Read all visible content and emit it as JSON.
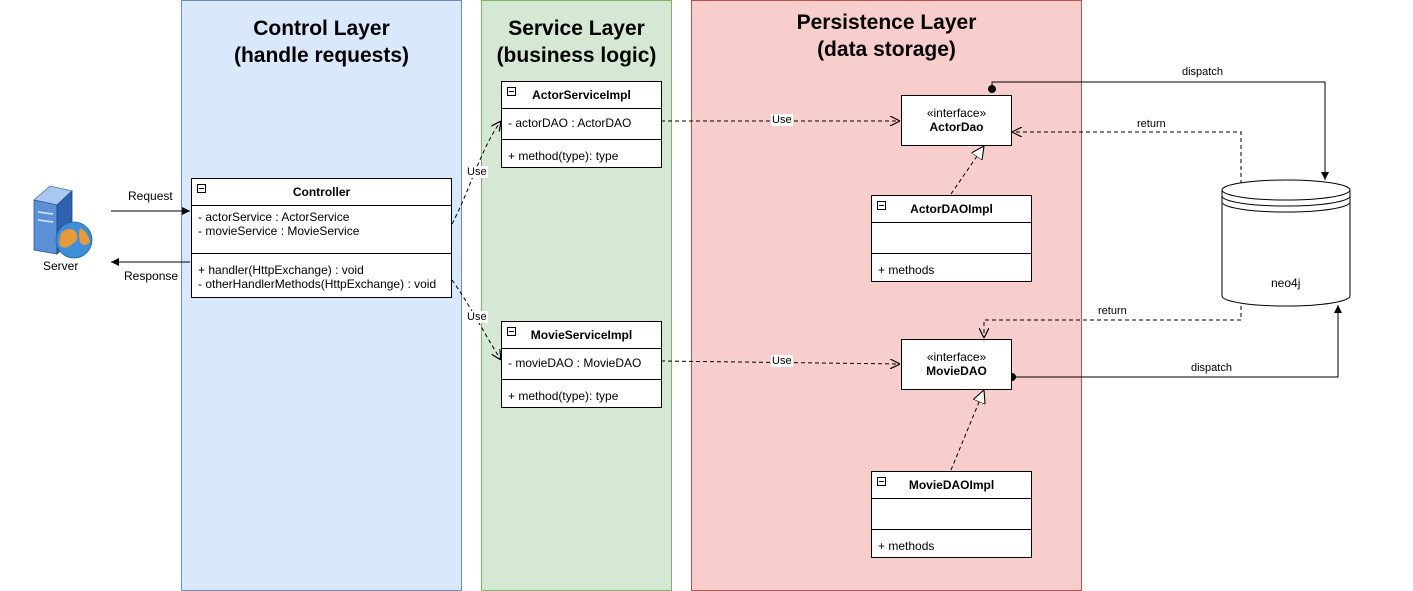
{
  "lanes": {
    "control": {
      "title": "Control Layer\n(handle requests)",
      "fill": "#dae8fc",
      "stroke": "#6c8ebf"
    },
    "service": {
      "title": "Service Layer\n(business logic)",
      "fill": "#d5e8d4",
      "stroke": "#82b366"
    },
    "persistence": {
      "title": "Persistence Layer\n(data storage)",
      "fill": "#f8cecc",
      "stroke": "#b85450"
    }
  },
  "server": {
    "label": "Server",
    "icon": "server-globe-icon"
  },
  "controller": {
    "name": "Controller",
    "attributes": "- actorService : ActorService\n- movieService : MovieService",
    "methods": "+ handler(HttpExchange) : void\n- otherHandlerMethods(HttpExchange) : void"
  },
  "actor_service": {
    "name": "ActorServiceImpl",
    "attributes": "- actorDAO : ActorDAO",
    "methods": "+ method(type): type"
  },
  "movie_service": {
    "name": "MovieServiceImpl",
    "attributes": "- movieDAO : MovieDAO",
    "methods": "+ method(type): type"
  },
  "actor_dao": {
    "stereotype": "«interface»",
    "name": "ActorDao"
  },
  "movie_dao": {
    "stereotype": "«interface»",
    "name": "MovieDAO"
  },
  "actor_dao_impl": {
    "name": "ActorDAOImpl",
    "attributes": "",
    "methods": "+ methods"
  },
  "movie_dao_impl": {
    "name": "MovieDAOImpl",
    "attributes": "",
    "methods": "+ methods"
  },
  "database": {
    "name": "neo4j"
  },
  "edges": {
    "request": "Request",
    "response": "Response",
    "use_ctrl_actor": "Use",
    "use_ctrl_movie": "Use",
    "use_actor": "Use",
    "use_movie": "Use",
    "dispatch_actor": "dispatch",
    "return_actor": "return",
    "return_movie": "return",
    "dispatch_movie": "dispatch"
  }
}
